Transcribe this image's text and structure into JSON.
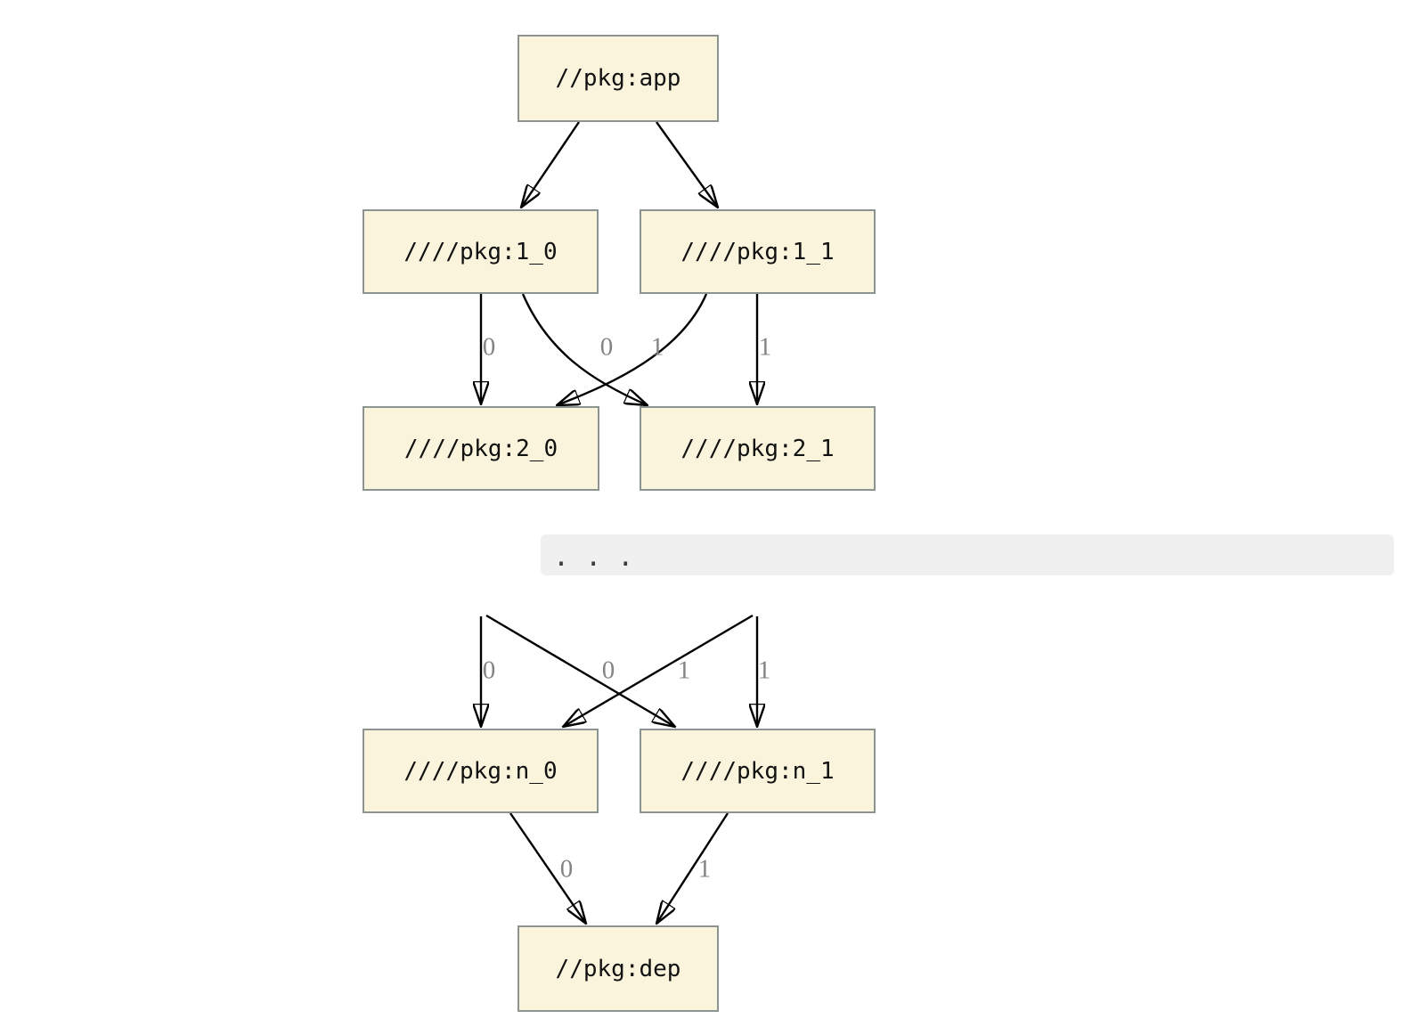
{
  "colors": {
    "background": "#ffffff",
    "node_fill": "#fbf4dc",
    "node_border": "#8c9491",
    "edge": "#000000",
    "edge_label": "#848484",
    "code_band_bg": "#f0f0f1",
    "code_text": "#3d3d3d"
  },
  "nodes": {
    "app": "//pkg:app",
    "v1_0": "////pkg:1_0",
    "v1_1": "////pkg:1_1",
    "v2_0": "////pkg:2_0",
    "v2_1": "////pkg:2_1",
    "vn_0": "////pkg:n_0",
    "vn_1": "////pkg:n_1",
    "dep": "//pkg:dep"
  },
  "edge_labels": {
    "row1": [
      "0",
      "0",
      "1",
      "1"
    ],
    "row2": [
      "0",
      "0",
      "1",
      "1"
    ],
    "row3": [
      "0",
      "1"
    ]
  },
  "code_block": {
    "text": ". . ."
  }
}
